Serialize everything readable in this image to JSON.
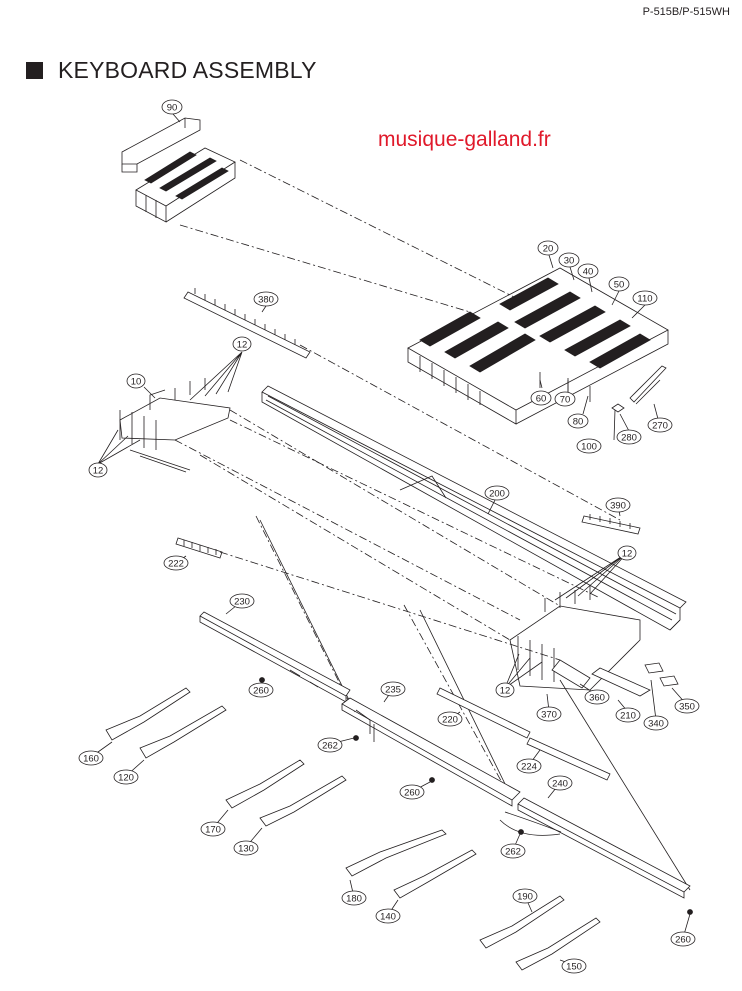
{
  "header": {
    "model_code": "P-515B/P-515WH",
    "title": "KEYBOARD ASSEMBLY"
  },
  "watermark": "musique-galland.fr",
  "callouts": [
    {
      "id": "90",
      "text": "90"
    },
    {
      "id": "20",
      "text": "20"
    },
    {
      "id": "30",
      "text": "30"
    },
    {
      "id": "40",
      "text": "40"
    },
    {
      "id": "50",
      "text": "50"
    },
    {
      "id": "110",
      "text": "110"
    },
    {
      "id": "380",
      "text": "380"
    },
    {
      "id": "12a",
      "text": "12"
    },
    {
      "id": "10",
      "text": "10"
    },
    {
      "id": "12b",
      "text": "12"
    },
    {
      "id": "60",
      "text": "60"
    },
    {
      "id": "70",
      "text": "70"
    },
    {
      "id": "80",
      "text": "80"
    },
    {
      "id": "100",
      "text": "100"
    },
    {
      "id": "280",
      "text": "280"
    },
    {
      "id": "270",
      "text": "270"
    },
    {
      "id": "200",
      "text": "200"
    },
    {
      "id": "390",
      "text": "390"
    },
    {
      "id": "12c",
      "text": "12"
    },
    {
      "id": "222",
      "text": "222"
    },
    {
      "id": "230",
      "text": "230"
    },
    {
      "id": "12d",
      "text": "12"
    },
    {
      "id": "360",
      "text": "360"
    },
    {
      "id": "370",
      "text": "370"
    },
    {
      "id": "210",
      "text": "210"
    },
    {
      "id": "340",
      "text": "340"
    },
    {
      "id": "350",
      "text": "350"
    },
    {
      "id": "260a",
      "text": "260"
    },
    {
      "id": "235",
      "text": "235"
    },
    {
      "id": "220",
      "text": "220"
    },
    {
      "id": "262a",
      "text": "262"
    },
    {
      "id": "160",
      "text": "160"
    },
    {
      "id": "120",
      "text": "120"
    },
    {
      "id": "224",
      "text": "224"
    },
    {
      "id": "260b",
      "text": "260"
    },
    {
      "id": "240",
      "text": "240"
    },
    {
      "id": "170",
      "text": "170"
    },
    {
      "id": "130",
      "text": "130"
    },
    {
      "id": "262b",
      "text": "262"
    },
    {
      "id": "180",
      "text": "180"
    },
    {
      "id": "140",
      "text": "140"
    },
    {
      "id": "190",
      "text": "190"
    },
    {
      "id": "150",
      "text": "150"
    },
    {
      "id": "260c",
      "text": "260"
    }
  ]
}
